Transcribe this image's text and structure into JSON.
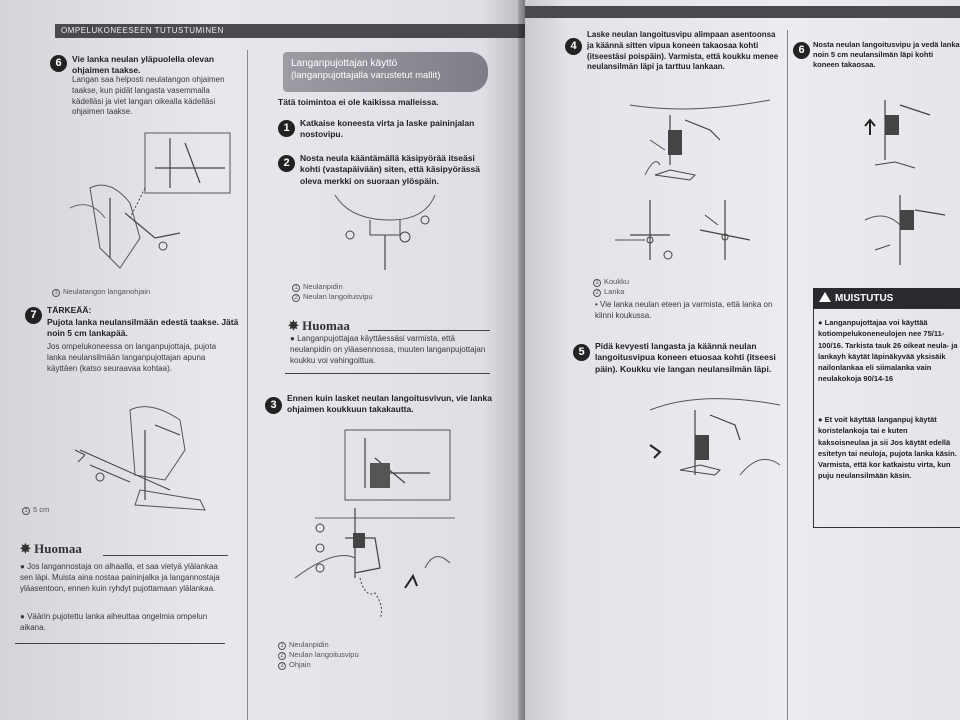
{
  "left_page": {
    "header": "OMPELUKONEESEEN TUTUSTUMINEN",
    "step6": {
      "num": "6",
      "text": "Vie lanka neulan yläpuolella olevan ohjaimen taakse.",
      "bullet": "Langan saa helposti neulatangon ohjaimen taakse, kun pidät langasta vasemmalla kädelläsi ja viet langan oikealla kädelläsi ohjaimen taakse.",
      "caption": "Neulatangon langanohjain"
    },
    "step7": {
      "num": "7",
      "heading": "TÄRKEÄÄ:",
      "text": "Pujota lanka neulansilmään edestä taakse. Jätä noin 5 cm lankapää.",
      "bullet": "Jos ompelukoneessa on langanpujottaja, pujota lanka neulansilmään langanpujottajan apuna käyttäen (katso seuraavaa kohtaa).",
      "caption": "5 cm"
    },
    "huomaa_left": {
      "title": "Huomaa",
      "bullets": [
        "Jos langannostaja on alhaalla, et saa vietyä ylälankaa sen läpi. Muista aina nostaa paininjalka ja langannostaja yläasentoon, ennen kuin ryhdyt pujottamaan ylälankaa.",
        "Väärin pujotettu lanka aiheuttaa ongelmia ompelun aikana."
      ]
    },
    "threader": {
      "title_line1": "Langanpujottajan käyttö",
      "title_line2": "(langanpujottajalla varustetut mallit)",
      "intro": "Tätä toimintoa ei ole kaikissa malleissa.",
      "step1": {
        "num": "1",
        "text": "Katkaise koneesta virta ja laske paininjalan nostovipu."
      },
      "step2": {
        "num": "2",
        "text": "Nosta neula kääntämällä käsipyörää itseäsi kohti (vastapäivään) siten, että käsipyörässä oleva merkki on suoraan ylöspäin."
      },
      "step2_legend": [
        "Neulanpidin",
        "Neulan langoitusvipu"
      ],
      "huomaa": {
        "title": "Huomaa",
        "bullet": "Langanpujottajaa käyttäessäsi varmista, että neulanpidin on yläasennossa, muuten langanpujottajan koukku voi vahingoittua."
      },
      "step3": {
        "num": "3",
        "text": "Ennen kuin lasket neulan langoitusvivun, vie lanka ohjaimen koukkuun takakautta."
      },
      "step3_legend": [
        "Neulanpidin",
        "Neulan langoitusvipu",
        "Ohjain"
      ]
    }
  },
  "right_page": {
    "step4": {
      "num": "4",
      "text": "Laske neulan langoitusvipu alimpaan asentoonsa ja käännä sitten vipua koneen takaosaa kohti (itseestäsi poispäin). Varmista, että koukku menee neulansilmän läpi ja tarttuu lankaan.",
      "legend": [
        "Koukku",
        "Lanka"
      ],
      "bullet": "Vie lanka neulan eteen ja varmista, että lanka on kiinni koukussa."
    },
    "step5": {
      "num": "5",
      "text": "Pidä kevyesti langasta ja käännä neulan langoitusvipua koneen etuosaa kohti (itseesi päin). Koukku vie langan neulansilmän läpi."
    },
    "step6": {
      "num": "6",
      "text": "Nosta neulan langoitusvipu ja vedä lanka noin 5 cm neulansilmän läpi kohti koneen takaosaa."
    },
    "muistutus": {
      "title": "MUISTUTUS",
      "bullets": [
        "Langanpujottajaa voi käyttää kotiompelukoneneulojen nee 75/11-100/16. Tarkista tauk 26 oikeat neula- ja lankayh käytät läpinäkyvää yksisäik nailonlankaa eli siimalanka vain neulakokoja 90/14-16",
        "Et voit käyttää langanpuj käytät koristelankoja tai e kuten kaksoisneulaa ja sii Jos käytät edellä esitetyn tai neuloja, pujota lanka käsin. Varmista, että kor katkaistu virta, kun puju neulansilmään käsin."
      ]
    }
  }
}
